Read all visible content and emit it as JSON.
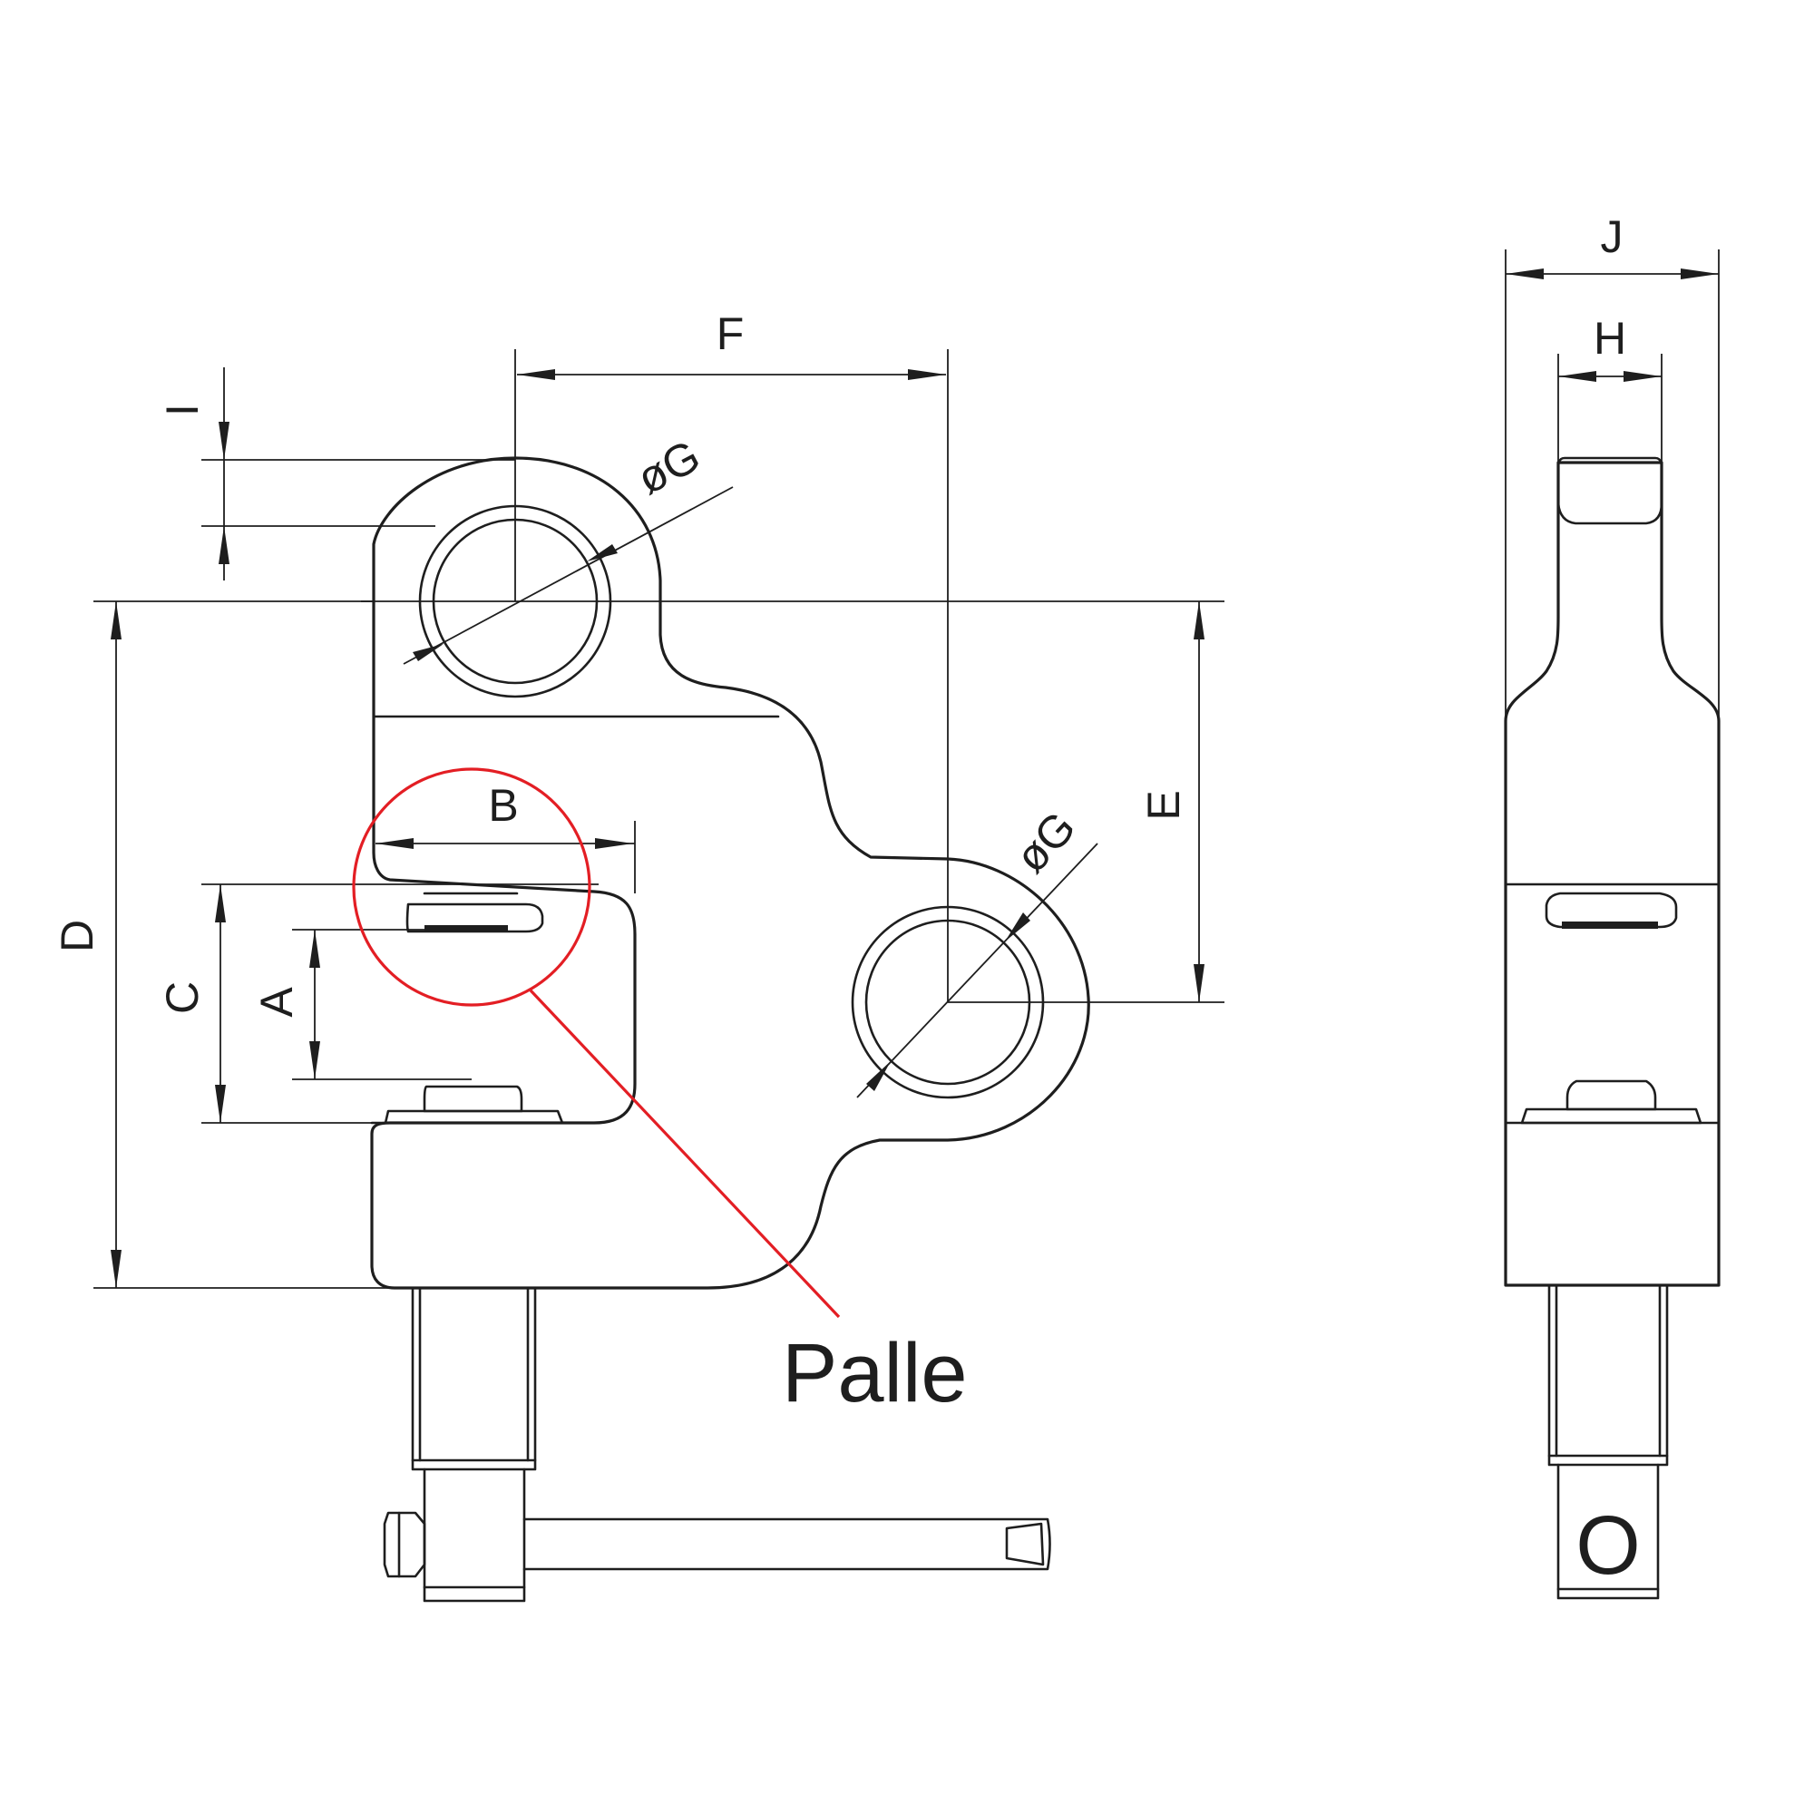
{
  "labels": {
    "F": "F",
    "G_top": "øG",
    "G_bottom": "øG",
    "I": "I",
    "B": "B",
    "C": "C",
    "A": "A",
    "D": "D",
    "E": "E",
    "J": "J",
    "H": "H",
    "O": "O"
  },
  "callout": {
    "label": "Palle"
  },
  "colors": {
    "line": "#1e1e1e",
    "callout": "#e31e24"
  }
}
